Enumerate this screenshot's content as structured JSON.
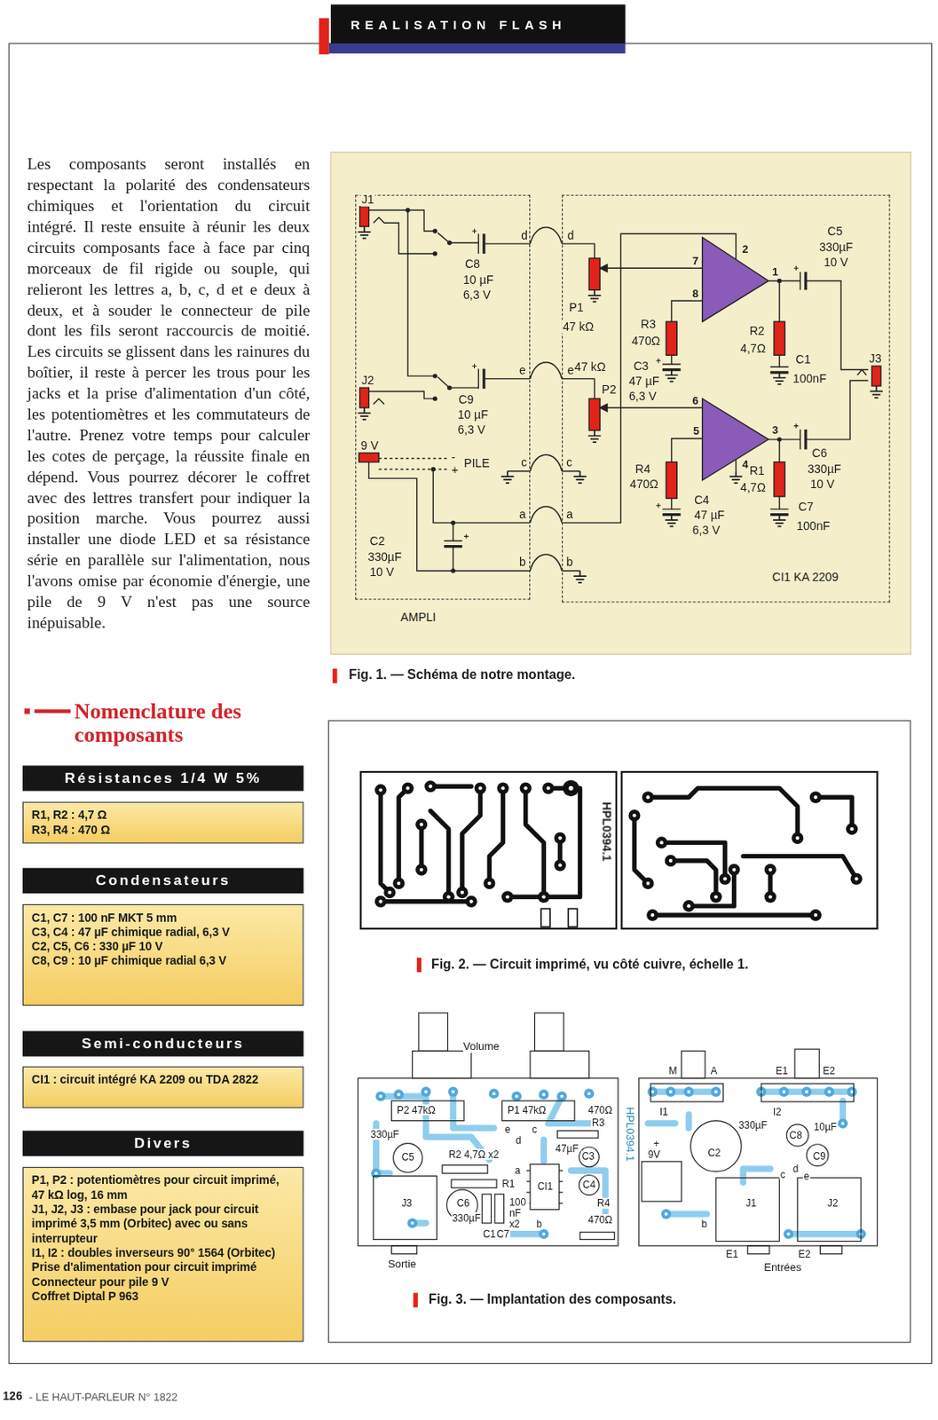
{
  "diagram": {
    "nodes": [
      {
        "text": [
          "REALISATION FLASH"
        ]
      },
      {
        "text": [
          "Fig. 1. — Schéma de notre montage."
        ]
      },
      {
        "text": [
          "AMPLI"
        ],
        "in": 1
      },
      {
        "text": [
          "CI1 KA 2209"
        ],
        "in": 1
      },
      {
        "text": [
          "Résistances 1/4 W 5%"
        ]
      },
      {
        "text": [
          "R1, R2 : 4,7 Ω",
          "R3, R4 : 470 Ω"
        ]
      },
      {
        "text": [
          "Condensateurs"
        ]
      },
      {
        "text": [
          "C1, C7 : 100 nF MKT 5 mm",
          "C3, C4 : 47 µF chimique radial, 6,3 V",
          "C2, C5, C6 : 330 µF 10 V",
          "C8, C9 : 10 µF chimique radial 6,3 V"
        ]
      },
      {
        "text": [
          "Semi-conducteurs"
        ]
      },
      {
        "text": [
          "CI1 : circuit intégré KA 2209 ou TDA 2822"
        ]
      },
      {
        "text": [
          "Divers"
        ]
      },
      {
        "text": [
          "P1, P2 : potentiomètres pour circuit imprimé, 47 kΩ log, 16 mm",
          "J1, J2, J3 : embase pour jack pour circuit imprimé 3,5 mm (Orbitec) avec ou sans interrupteur",
          "I1, I2 : doubles inverseurs 90° 1564 (Orbitec)",
          "Prise d'alimentation pour circuit imprimé",
          "Connecteur pour pile 9 V",
          "Coffret Diptal P 963"
        ]
      },
      {
        "text": [
          "Fig. 2. — Circuit imprimé, vu côté cuivre, échelle 1.",
          "Fig. 3. — Implantation des composants."
        ]
      }
    ],
    "edges": [
      {
        "from": 2,
        "to": 3,
        "arrow": "none"
      },
      {
        "from": 2,
        "to": 3,
        "arrow": "none"
      },
      {
        "from": 2,
        "to": 3,
        "arrow": "none"
      },
      {
        "from": 2,
        "to": 3,
        "arrow": "none"
      },
      {
        "from": 2,
        "to": 3,
        "arrow": "none"
      }
    ],
    "labels": [
      "Les composants seront installés en respectant la polarité des condensateurs chimiques et l'orientation du circuit intégré. Il reste ensuite à réunir les deux circuits composants face à face par cinq morceaux de fil rigide ou souple, qui relieront les lettres a, b, c, d et e deux à deux, et à souder le connecteur de pile dont les fils seront raccourcis de moitié. Les circuits se glissent dans les rainures du boîtier, il reste à percer les trous pour les jacks et la prise d'alimentation d'un côté, les potentiomètres et les commutateurs de l'autre. Prenez votre temps pour calculer les cotes de perçage, la réussite finale en dépend. Vous pourrez décorer le coffret avec des lettres transfert pour indiquer la position marche. Vous pourrez aussi installer une diode LED et sa résistance série en parallèle sur l'alimentation, nous l'avons omise par économie d'énergie, une pile de 9 V n'est pas une source inépuisable.",
      "Nomenclature des composants",
      "J1",
      "J2",
      "9 V",
      "-",
      "+",
      "PILE",
      "C8",
      "10 µF",
      "6,3 V",
      "C9",
      "10 µF",
      "6,3 V",
      "C2",
      "330µF",
      "10 V",
      "d",
      "d",
      "e",
      "e",
      "c",
      "c",
      "a",
      "a",
      "b",
      "b",
      "P1",
      "47 kΩ",
      "47 kΩ",
      "P2",
      "R3",
      "470Ω",
      "C3",
      "47 µF",
      "6,3 V",
      "R2",
      "4,7Ω",
      "C1",
      "100nF",
      "C5",
      "330µF",
      "10 V",
      "J3",
      "R4",
      "470Ω",
      "C4",
      "47 µF",
      "6,3 V",
      "R1",
      "4,7Ω",
      "C7",
      "100nF",
      "C6",
      "330µF",
      "10 V",
      "7",
      "8",
      "2",
      "1",
      "6",
      "5",
      "4",
      "3",
      "HPL0394.1",
      "Volume",
      "P2 47kΩ",
      "P1 47kΩ",
      "470Ω",
      "R3",
      "HPL0394.1",
      "e",
      "c",
      "d",
      "330µF",
      "C5",
      "R2 4,7Ω x2",
      "a",
      "R1",
      "47µF",
      "C3",
      "CI1",
      "C4",
      "J3",
      "C6",
      "330µF",
      "C1",
      "C7",
      "100 nF x2",
      "b",
      "R4",
      "470Ω",
      "Sortie",
      "M",
      "A",
      "E1",
      "E2",
      "I1",
      "I2",
      "330µF",
      "C2",
      "+",
      "9V",
      "10µF",
      "C8",
      "C9",
      "c",
      "d",
      "e",
      "b",
      "J1",
      "J2",
      "E1",
      "E2",
      "Entrées",
      "126",
      "- LE HAUT-PARLEUR N° 1822"
    ]
  }
}
